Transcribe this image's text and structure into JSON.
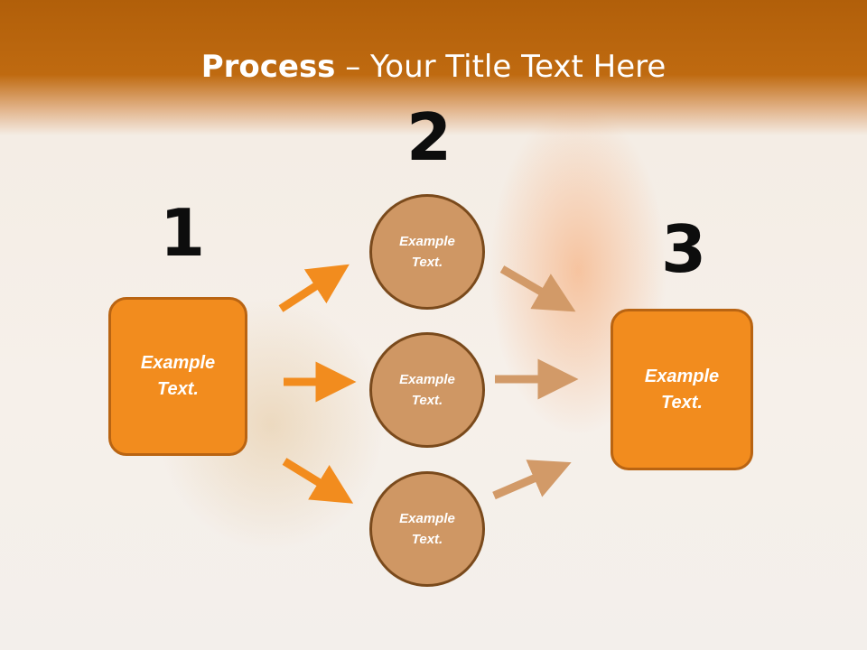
{
  "slide": {
    "title_strong": "Process",
    "title_rest": " – Your Title Text Here",
    "numbers": {
      "step1": "1",
      "step2": "2",
      "step3": "3"
    },
    "step1_box": {
      "line1": "Example",
      "line2": "Text."
    },
    "step2_circles": [
      {
        "line1": "Example",
        "line2": "Text."
      },
      {
        "line1": "Example",
        "line2": "Text."
      },
      {
        "line1": "Example",
        "line2": "Text."
      }
    ],
    "step3_box": {
      "line1": "Example",
      "line2": "Text."
    }
  },
  "colors": {
    "header": "#b8640d",
    "box_fill": "#f28c1e",
    "circle_fill": "#cf9764",
    "arrow_orange": "#f28c1e",
    "arrow_tan": "#d29a68"
  }
}
